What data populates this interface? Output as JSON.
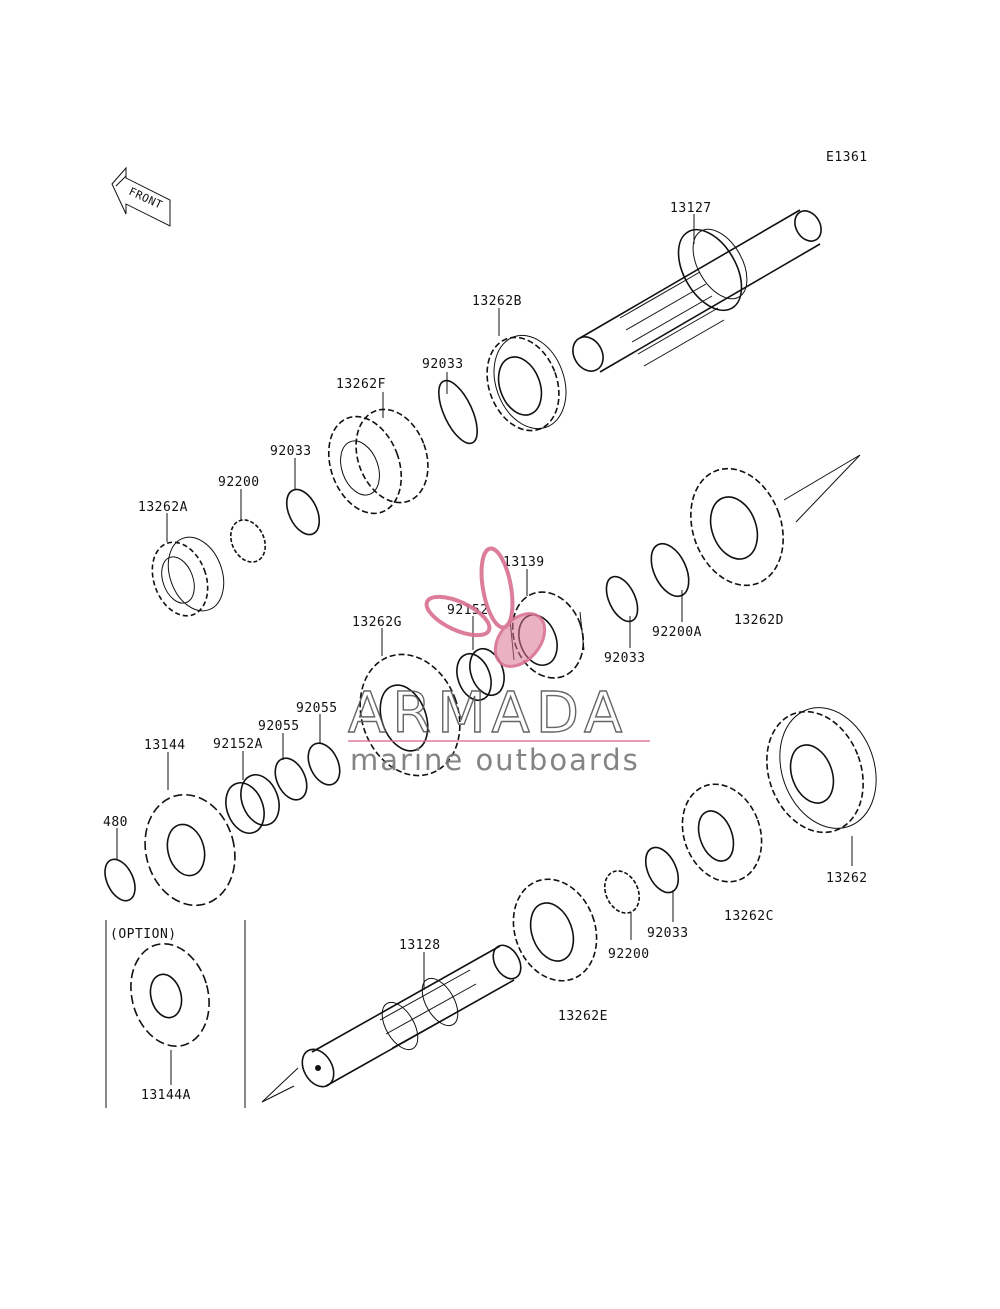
{
  "diagram_code": "E1361",
  "front_label": "FRONT",
  "option_label": "(OPTION)",
  "watermark": {
    "brand": "ARMADA",
    "tagline": "marine outboards",
    "accent_color": "#d9708f"
  },
  "part_labels": {
    "p13127": "13127",
    "p13262B": "13262B",
    "p92033_a": "92033",
    "p13262F": "13262F",
    "p92033_b": "92033",
    "p92200_a": "92200",
    "p13262A": "13262A",
    "p13139": "13139",
    "p92152": "92152",
    "p13262D": "13262D",
    "p92200A": "92200A",
    "p92033_c": "92033",
    "p13262G": "13262G",
    "p92055_a": "92055",
    "p92055_b": "92055",
    "p13144": "13144",
    "p92152A": "92152A",
    "p480": "480",
    "p13262": "13262",
    "p13262C": "13262C",
    "p92033_d": "92033",
    "p92200_b": "92200",
    "p13128": "13128",
    "p13262E": "13262E",
    "p13144A": "13144A"
  }
}
